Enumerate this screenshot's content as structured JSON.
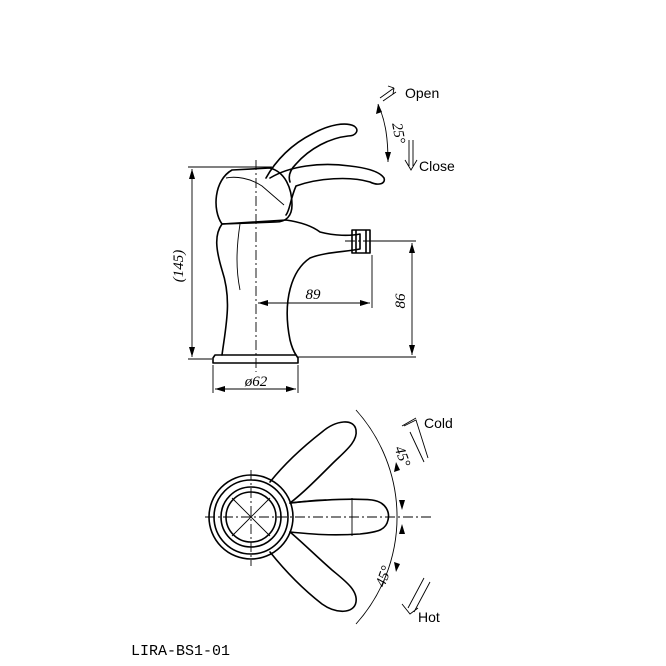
{
  "side_view": {
    "open_label": "Open",
    "close_label": "Close",
    "lever_angle": "25°",
    "height": "(145)",
    "spout_reach": "89",
    "spout_height": "86",
    "base_diameter": "ø62"
  },
  "top_view": {
    "cold_label": "Cold",
    "hot_label": "Hot",
    "cold_angle": "45°",
    "hot_angle": "45°"
  },
  "model_code": "LIRA-BS1-01"
}
